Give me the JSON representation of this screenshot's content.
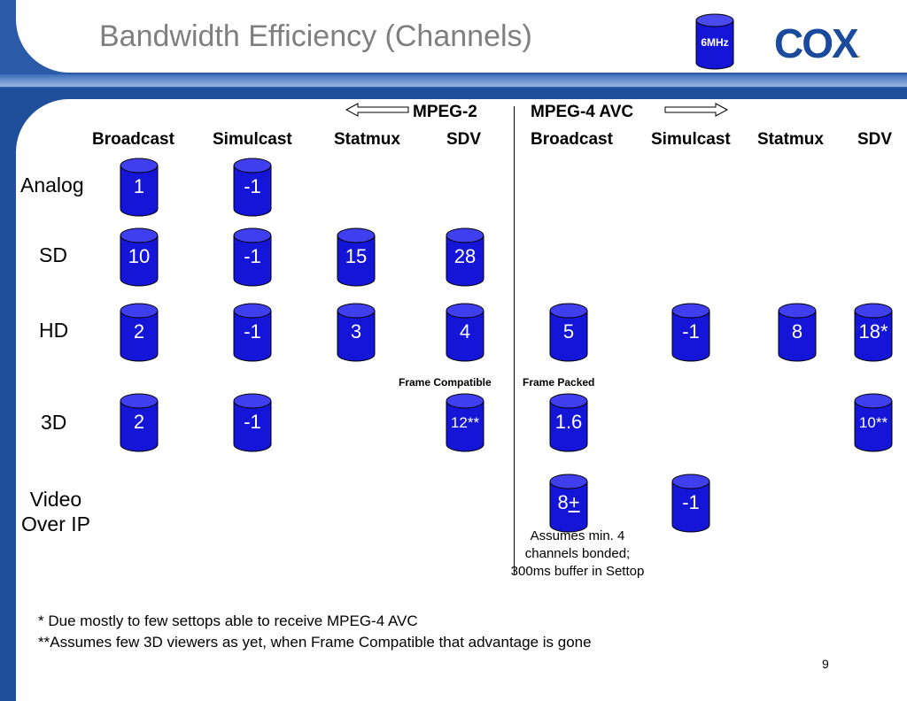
{
  "slide": {
    "title": "Bandwidth Efficiency (Channels)",
    "page_number": "9",
    "logo_cylinder_label": "6MHz",
    "logo_text": "COX",
    "logo_mark": "."
  },
  "codecs": {
    "mpeg2": "MPEG-2",
    "mpeg4": "MPEG-4 AVC"
  },
  "columns": [
    "Broadcast",
    "Simulcast",
    "Statmux",
    "SDV",
    "Broadcast",
    "Simulcast",
    "Statmux",
    "SDV"
  ],
  "rows": {
    "analog": "Analog",
    "sd": "SD",
    "hd": "HD",
    "three_d": "3D",
    "video_ip_1": "Video",
    "video_ip_2": "Over IP"
  },
  "cells": {
    "analog": [
      "1",
      "-1"
    ],
    "sd": [
      "10",
      "-1",
      "15",
      "28"
    ],
    "hd": [
      "2",
      "-1",
      "3",
      "4",
      "5",
      "-1",
      "8",
      "18*"
    ],
    "three_d": [
      "2",
      "-1",
      "12**",
      "1.6",
      "10**"
    ],
    "video_ip": [
      "8",
      "+",
      "-1"
    ]
  },
  "sublabels": {
    "frame_compatible": "Frame Compatible",
    "frame_packed": "Frame Packed"
  },
  "note": {
    "line1": "Assumes min. 4",
    "line2": "channels bonded;",
    "line3": "300ms buffer in Settop"
  },
  "footnotes": {
    "one": "*  Due mostly to few settops able to receive MPEG-4 AVC",
    "two": "**Assumes few 3D viewers as yet, when Frame Compatible that advantage is gone"
  },
  "colors": {
    "cylinder": "#1515d8",
    "accent": "#1f4f9a"
  }
}
